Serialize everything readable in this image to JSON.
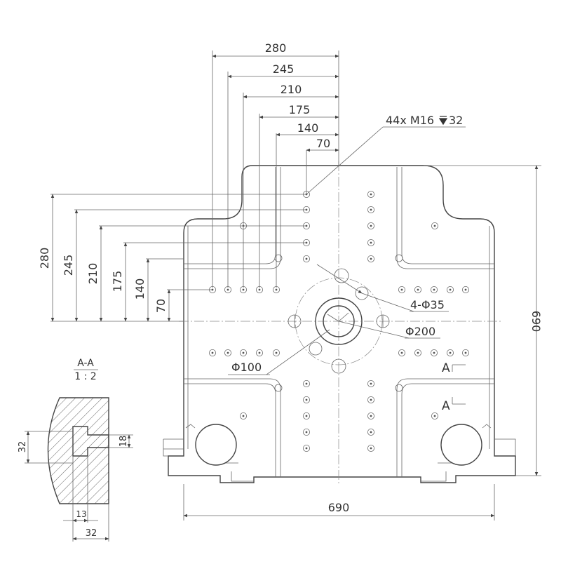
{
  "dimensions": {
    "top": [
      "280",
      "245",
      "210",
      "175",
      "140",
      "70"
    ],
    "left": [
      "280",
      "245",
      "210",
      "175",
      "140",
      "70"
    ],
    "width": "690",
    "height": "690"
  },
  "callouts": {
    "tapped_holes": "44x M16",
    "tapped_depth": "32",
    "bolt_holes": "4-Φ35",
    "pitch_circle": "Φ200",
    "center_bore": "Φ100"
  },
  "section_markers": {
    "upper": "A",
    "lower": "A"
  },
  "section_view": {
    "title": "A-A",
    "scale": "1 : 2",
    "dim_height_left": "32",
    "dim_slot": "18",
    "dim_bottom_inner": "13",
    "dim_bottom_outer": "32"
  }
}
